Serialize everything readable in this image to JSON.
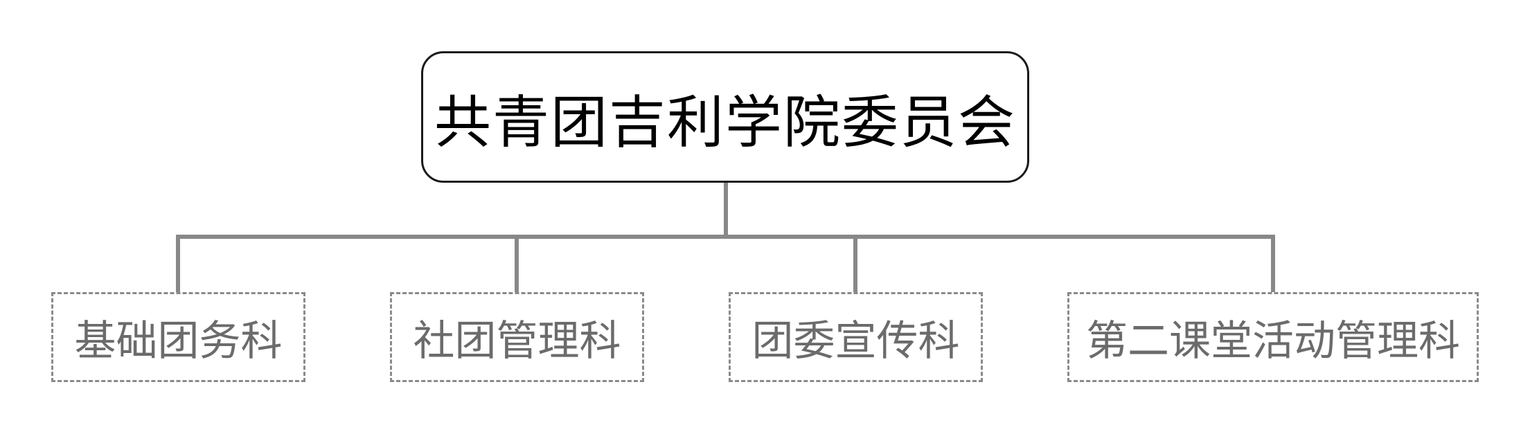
{
  "root": {
    "label": "共青团吉利学院委员会"
  },
  "children": [
    {
      "label": "基础团务科"
    },
    {
      "label": "社团管理科"
    },
    {
      "label": "团委宣传科"
    },
    {
      "label": "第二课堂活动管理科"
    }
  ],
  "colors": {
    "root_border": "#1a1a1a",
    "root_text": "#000000",
    "connector": "#888888",
    "child_border": "#8a8a8a",
    "child_text": "#6b6b6b"
  }
}
